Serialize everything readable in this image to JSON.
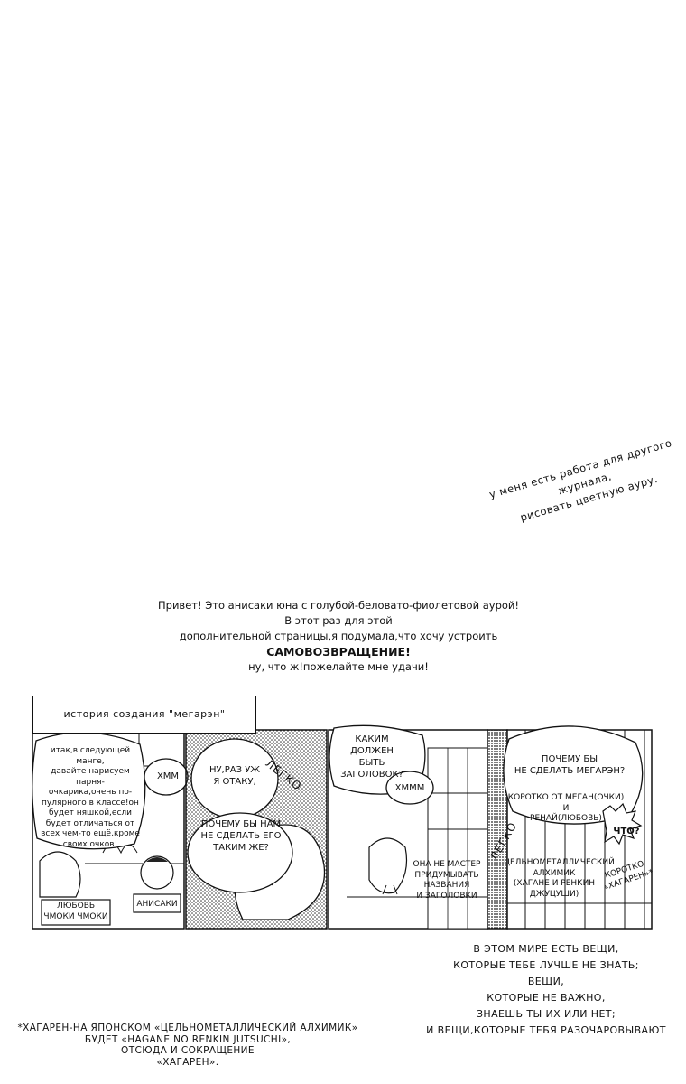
{
  "side_note": {
    "lines": [
      "у меня есть работа для другого",
      "журнала,",
      "рисовать цветную ауру."
    ]
  },
  "intro": {
    "lines": [
      "Привет! Это анисаки юна с голубой-беловато-фиолетовой аурой!",
      "В этот раз для этой",
      "дополнительной страницы,я подумала,что хочу устроить"
    ],
    "emphasis": "САМОВОЗВРАЩЕНИЕ!",
    "closing": "ну, что ж!пожелайте мне удачи!"
  },
  "comic": {
    "title": "история создания \"мегарэн\"",
    "panel1": {
      "narration": [
        "итак,в следующей манге,",
        "давайте нарисуем парня-",
        "очкарика,очень по-",
        "пулярного в классе!он",
        "будет няшкой,если",
        "будет отличаться от",
        "всех чем-то ещё,кроме",
        "своих очков!"
      ],
      "hmm": "ХММ",
      "label_left": [
        "ЛЮБОВЬ",
        "ЧМОКИ ЧМОКИ"
      ],
      "label_right": "АНИСАКИ"
    },
    "panel2": {
      "bubble_top": [
        "НУ,РАЗ УЖ",
        "Я ОТАКУ,"
      ],
      "bubble_bottom": [
        "ПОЧЕМУ БЫ НАМ",
        "НЕ СДЕЛАТЬ ЕГО",
        "ТАКИМ ЖЕ?"
      ],
      "sfx": "ЛЕГКО"
    },
    "panel3": {
      "bubble_top": [
        "КАКИМ ДОЛЖЕН",
        "БЫТЬ",
        "ЗАГОЛОВОК?"
      ],
      "hmm": "ХМММ",
      "note": [
        "ОНА НЕ МАСТЕР",
        "ПРИДУМЫВАТЬ",
        "НАЗВАНИЯ",
        "И ЗАГОЛОВКИ"
      ]
    },
    "panel4": {
      "bubble": [
        "ПОЧЕМУ БЫ",
        "НЕ СДЕЛАТЬ МЕГАРЭН?"
      ],
      "bubble_sub": [
        "КОРОТКО ОТ МЕГАН(ОЧКИ)",
        "И",
        "РЕНАЙ(ЛЮБОВЬ)"
      ],
      "sfx": "ЛЕГКО",
      "what": "ЧТО?",
      "caption": [
        "ЦЕЛЬНОМЕТАЛЛИЧЕСКИЙ",
        "АЛХИМИК",
        "(ХАГАНЕ И РЕНКИН",
        "ДЖУЦУШИ)"
      ],
      "caption_short": [
        "КОРОТКО",
        "«ХАГАРЕН»*"
      ]
    }
  },
  "footer_right": {
    "lines": [
      "В ЭТОМ МИРЕ ЕСТЬ ВЕЩИ,",
      "КОТОРЫЕ ТЕБЕ ЛУЧШЕ НЕ ЗНАТЬ;",
      "ВЕЩИ,",
      "КОТОРЫЕ НЕ ВАЖНО,",
      "ЗНАЕШЬ ТЫ ИХ ИЛИ НЕТ;",
      "И ВЕЩИ,КОТОРЫЕ ТЕБЯ РАЗОЧАРОВЫВАЮТ"
    ]
  },
  "footnote": {
    "lines": [
      "*ХАГАРЕН-НА ЯПОНСКОМ «ЦЕЛЬНОМЕТАЛЛИЧЕСКИЙ АЛХИМИК»",
      "БУДЕТ «HAGANE NO RENKIN JUTSUCHI»,",
      "ОТСЮДА И СОКРАЩЕНИЕ",
      "«ХАГАРЕН»."
    ]
  }
}
